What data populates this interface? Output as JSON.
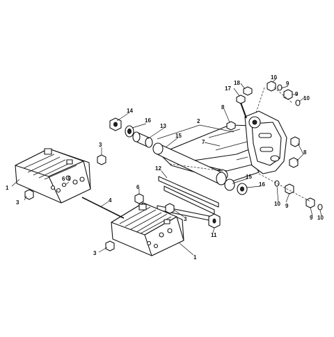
{
  "callouts": {
    "c1a": "1",
    "c1b": "1",
    "c2": "2",
    "c3a": "3",
    "c3b": "3",
    "c3c": "3",
    "c3d": "3",
    "c4": "4",
    "c5": "5",
    "c6a": "6",
    "c6b": "6",
    "c7": "7",
    "c8a": "8",
    "c8b": "8",
    "c9a": "9",
    "c9b": "9",
    "c9c": "9",
    "c9d": "9",
    "c10a": "10",
    "c10b": "10",
    "c10c": "10",
    "c10d": "10",
    "c11": "11",
    "c12": "12",
    "c13": "13",
    "c14": "14",
    "c15a": "15",
    "c15b": "15",
    "c16a": "16",
    "c16b": "16",
    "c17": "17",
    "c18": "18"
  }
}
